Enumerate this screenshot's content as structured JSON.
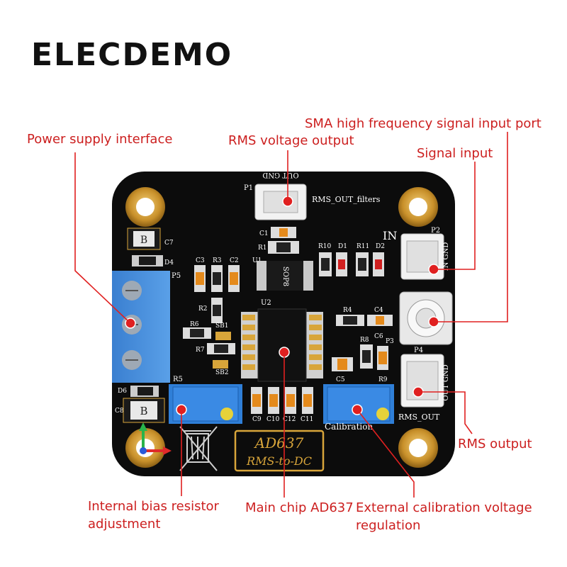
{
  "brand": "ELECDEMO",
  "board": {
    "title_line1": "AD637",
    "title_line2": "RMS-to-DC",
    "calibration_label": "Calibration",
    "chip_label": "U2",
    "sop_label": "SOP8",
    "connectors": {
      "p1": "P1",
      "p1_gnd": "OUT GND",
      "rms_out_filters": "RMS_OUT_filters",
      "p2": "P2",
      "in_label": "IN",
      "in_gnd": "IN GND",
      "p4": "P4",
      "out_gnd": "OUT GND",
      "rms_out": "RMS_OUT",
      "p5": "P5"
    },
    "components": {
      "c1": "C1",
      "r1": "R1",
      "u1": "U1",
      "r10": "R10",
      "d1": "D1",
      "r11": "R11",
      "d2": "D2",
      "c3": "C3",
      "r3": "R3",
      "c2": "C2",
      "r2": "R2",
      "r4": "R4",
      "c4": "C4",
      "r8": "R8",
      "c6": "C6",
      "p3": "P3",
      "r6": "R6",
      "sb1": "SB1",
      "r7": "R7",
      "sb2": "SB2",
      "c5": "C5",
      "r9": "R9",
      "r5": "R5",
      "c9": "C9",
      "c10": "C10",
      "c12": "C12",
      "c11": "C11",
      "c7": "C7",
      "d4": "D4",
      "d6": "D6",
      "c8": "C8",
      "b_label": "B"
    }
  },
  "callouts": {
    "power_supply": "Power supply interface",
    "rms_voltage_output": "RMS voltage output",
    "sma_port": "SMA high frequency signal input port",
    "signal_input": "Signal input",
    "rms_output": "RMS output",
    "internal_bias_line1": "Internal bias resistor",
    "internal_bias_line2": "adjustment",
    "main_chip": "Main chip AD637",
    "external_cal_line1": "External calibration voltage",
    "external_cal_line2": "regulation"
  },
  "colors": {
    "board": "#0c0c0c",
    "callout": "#cc1f1f",
    "gold": "#d8a53a",
    "terminal_blue": "#3f86d6",
    "pot_blue": "#2f7fd8"
  }
}
